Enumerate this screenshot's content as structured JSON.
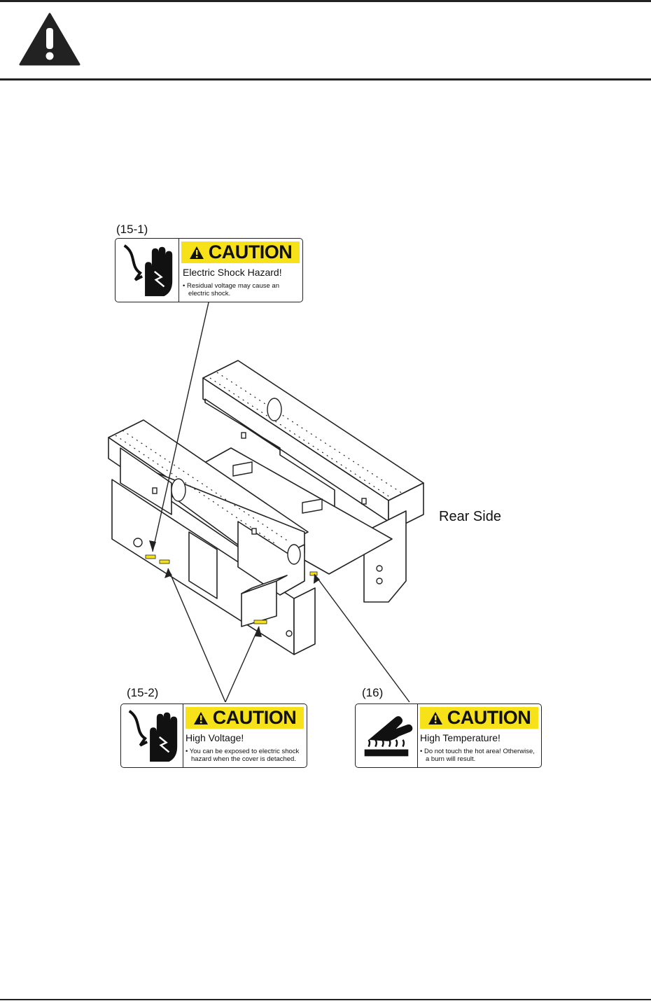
{
  "header": {
    "icon": "warning-triangle-icon"
  },
  "diagram": {
    "rear_side_label": "Rear Side"
  },
  "labels": [
    {
      "ref": "(15-1)",
      "icon": "electric-shock-hand-icon",
      "signal_word": "CAUTION",
      "title": "Electric Shock Hazard!",
      "body_line1": "• Residual voltage may cause an",
      "body_line2": "electric shock."
    },
    {
      "ref": "(15-2)",
      "icon": "electric-shock-hand-icon",
      "signal_word": "CAUTION",
      "title": "High Voltage!",
      "body_line1": "• You can be exposed to electric shock",
      "body_line2": "hazard when the cover is detached."
    },
    {
      "ref": "(16)",
      "icon": "hot-surface-hand-icon",
      "signal_word": "CAUTION",
      "title": "High Temperature!",
      "body_line1": "• Do not touch the hot area! Otherwise,",
      "body_line2": "a burn will result."
    }
  ],
  "colors": {
    "caution_yellow": "#f7e21a",
    "ink": "#111111"
  }
}
